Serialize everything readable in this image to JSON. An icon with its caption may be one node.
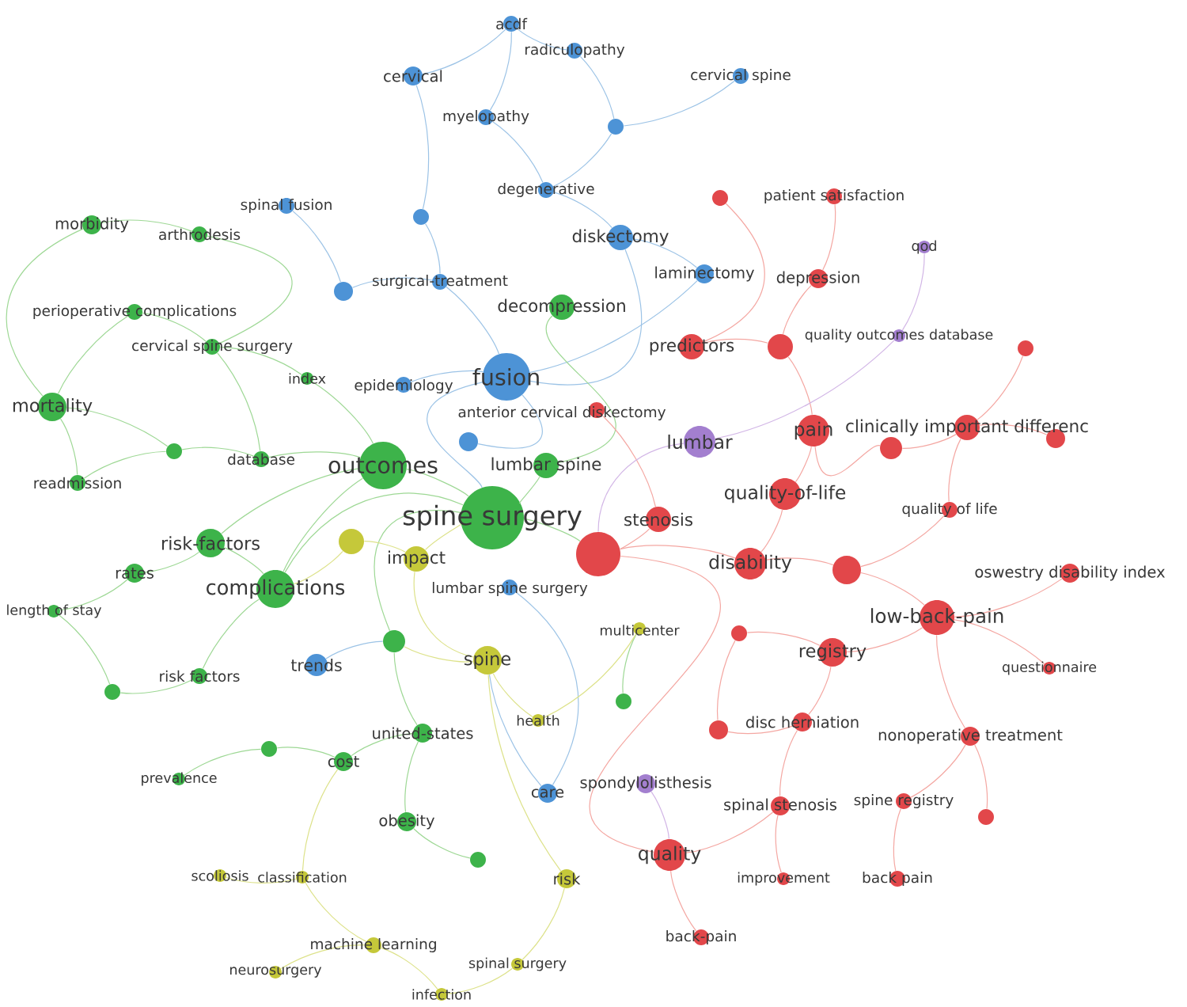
{
  "diagram": {
    "nodes": [
      {
        "text": [
          "acdf"
        ]
      },
      {
        "text": [
          "radiculopathy"
        ]
      },
      {
        "text": [
          "cervical"
        ]
      },
      {
        "text": [
          "cervical spine"
        ]
      },
      {
        "text": [
          "myelopathy"
        ]
      },
      {
        "text": [
          "degenerative"
        ]
      },
      {
        "text": [
          "diskectomy"
        ]
      },
      {
        "text": [
          "spinal fusion"
        ]
      },
      {
        "text": [
          "surgical-treatment"
        ]
      },
      {
        "text": [
          "laminectomy"
        ]
      },
      {
        "text": [
          "epidemiology"
        ]
      },
      {
        "text": [
          "fusion"
        ]
      },
      {
        "text": [
          "trends"
        ]
      },
      {
        "text": [
          "lumbar spine surgery"
        ]
      },
      {
        "text": [
          "care"
        ]
      },
      {
        "text": [],
        "shape": "circle"
      },
      {
        "text": [],
        "shape": "circle"
      },
      {
        "text": [],
        "shape": "circle"
      },
      {
        "text": [],
        "shape": "circle"
      },
      {
        "text": [
          "morbidity"
        ]
      },
      {
        "text": [
          "arthrodesis"
        ]
      },
      {
        "text": [
          "perioperative complications"
        ]
      },
      {
        "text": [
          "cervical spine surgery"
        ]
      },
      {
        "text": [
          "index"
        ]
      },
      {
        "text": [
          "decompression"
        ]
      },
      {
        "text": [
          "mortality"
        ]
      },
      {
        "text": [
          "database"
        ]
      },
      {
        "text": [
          "outcomes"
        ]
      },
      {
        "text": [
          "lumbar spine"
        ]
      },
      {
        "text": [
          "readmission"
        ]
      },
      {
        "text": [
          "spine surgery"
        ]
      },
      {
        "text": [
          "risk-factors"
        ]
      },
      {
        "text": [
          "rates"
        ]
      },
      {
        "text": [
          "complications"
        ]
      },
      {
        "text": [
          "length of stay"
        ]
      },
      {
        "text": [
          "risk factors"
        ]
      },
      {
        "text": [
          "united-states"
        ]
      },
      {
        "text": [
          "cost"
        ]
      },
      {
        "text": [
          "prevalence"
        ]
      },
      {
        "text": [
          "obesity"
        ]
      },
      {
        "text": [],
        "shape": "circle"
      },
      {
        "text": [],
        "shape": "circle"
      },
      {
        "text": [],
        "shape": "circle"
      },
      {
        "text": [],
        "shape": "circle"
      },
      {
        "text": [],
        "shape": "circle"
      },
      {
        "text": [],
        "shape": "circle"
      },
      {
        "text": [
          "impact"
        ]
      },
      {
        "text": [
          "spine"
        ]
      },
      {
        "text": [
          "health"
        ]
      },
      {
        "text": [
          "multicenter"
        ]
      },
      {
        "text": [
          "scoliosis"
        ]
      },
      {
        "text": [
          "classification"
        ]
      },
      {
        "text": [
          "risk"
        ]
      },
      {
        "text": [
          "machine learning"
        ]
      },
      {
        "text": [
          "neurosurgery"
        ]
      },
      {
        "text": [
          "spinal surgery"
        ]
      },
      {
        "text": [
          "infection"
        ]
      },
      {
        "text": [],
        "shape": "circle"
      },
      {
        "text": [
          "patient satisfaction"
        ]
      },
      {
        "text": [
          "depression"
        ]
      },
      {
        "text": [
          "predictors"
        ]
      },
      {
        "text": [
          "anterior cervical diskectomy"
        ]
      },
      {
        "text": [
          "pain"
        ]
      },
      {
        "text": [
          "clinically important differenc"
        ]
      },
      {
        "text": [
          "stenosis"
        ]
      },
      {
        "text": [
          "quality-of-life"
        ]
      },
      {
        "text": [
          "quality of life"
        ]
      },
      {
        "text": [
          "disability"
        ]
      },
      {
        "text": [
          "oswestry disability index"
        ]
      },
      {
        "text": [
          "low-back-pain"
        ]
      },
      {
        "text": [
          "registry"
        ]
      },
      {
        "text": [
          "questionnaire"
        ]
      },
      {
        "text": [
          "disc herniation"
        ]
      },
      {
        "text": [
          "nonoperative treatment"
        ]
      },
      {
        "text": [
          "spinal stenosis"
        ]
      },
      {
        "text": [
          "spine registry"
        ]
      },
      {
        "text": [
          "quality"
        ]
      },
      {
        "text": [
          "improvement"
        ]
      },
      {
        "text": [
          "back pain"
        ]
      },
      {
        "text": [
          "back-pain"
        ]
      },
      {
        "text": [],
        "shape": "circle"
      },
      {
        "text": [],
        "shape": "circle"
      },
      {
        "text": [],
        "shape": "circle"
      },
      {
        "text": [],
        "shape": "circle"
      },
      {
        "text": [],
        "shape": "circle"
      },
      {
        "text": [],
        "shape": "circle"
      },
      {
        "text": [],
        "shape": "circle"
      },
      {
        "text": [],
        "shape": "circle"
      },
      {
        "text": [],
        "shape": "circle"
      },
      {
        "text": [],
        "shape": "circle"
      },
      {
        "text": [
          "qod"
        ]
      },
      {
        "text": [
          "quality outcomes database"
        ]
      },
      {
        "text": [
          "lumbar"
        ]
      },
      {
        "text": [
          "spondylolisthesis"
        ]
      }
    ],
    "edges": [
      {
        "from": 0,
        "to": 2,
        "arrow": "none",
        "color": "#9cc3e6"
      },
      {
        "from": 0,
        "to": 4,
        "arrow": "none",
        "color": "#9cc3e6"
      },
      {
        "from": 1,
        "to": 0,
        "arrow": "none",
        "color": "#9cc3e6"
      },
      {
        "from": 1,
        "to": 15,
        "arrow": "none",
        "color": "#9cc3e6"
      },
      {
        "from": 3,
        "to": 15,
        "arrow": "none",
        "color": "#9cc3e6"
      },
      {
        "from": 15,
        "to": 5,
        "arrow": "none",
        "color": "#9cc3e6"
      },
      {
        "from": 4,
        "to": 5,
        "arrow": "none",
        "color": "#9cc3e6"
      },
      {
        "from": 2,
        "to": 16,
        "arrow": "none",
        "color": "#9cc3e6"
      },
      {
        "from": 16,
        "to": 8,
        "arrow": "none",
        "color": "#9cc3e6"
      },
      {
        "from": 7,
        "to": 17,
        "arrow": "none",
        "color": "#9cc3e6"
      },
      {
        "from": 17,
        "to": 8,
        "arrow": "none",
        "color": "#9cc3e6"
      },
      {
        "from": 5,
        "to": 6,
        "arrow": "none",
        "color": "#9cc3e6"
      },
      {
        "from": 6,
        "to": 9,
        "arrow": "none",
        "color": "#9cc3e6"
      },
      {
        "from": 8,
        "to": 11,
        "arrow": "none",
        "color": "#9cc3e6"
      },
      {
        "from": 10,
        "to": 11,
        "arrow": "none",
        "color": "#9cc3e6"
      },
      {
        "from": 6,
        "to": 11,
        "arrow": "none",
        "color": "#9cc3e6"
      },
      {
        "from": 9,
        "to": 11,
        "arrow": "none",
        "color": "#9cc3e6"
      },
      {
        "from": 18,
        "to": 11,
        "arrow": "none",
        "color": "#9cc3e6"
      },
      {
        "from": 13,
        "to": 14,
        "arrow": "none",
        "color": "#9cc3e6"
      },
      {
        "from": 12,
        "to": 41,
        "arrow": "none",
        "color": "#9cc3e6"
      },
      {
        "from": 14,
        "to": 47,
        "arrow": "none",
        "color": "#9cc3e6"
      },
      {
        "from": 19,
        "to": 25,
        "arrow": "none",
        "color": "#9ed895"
      },
      {
        "from": 19,
        "to": 20,
        "arrow": "none",
        "color": "#9ed895"
      },
      {
        "from": 20,
        "to": 22,
        "arrow": "none",
        "color": "#9ed895"
      },
      {
        "from": 21,
        "to": 22,
        "arrow": "none",
        "color": "#9ed895"
      },
      {
        "from": 21,
        "to": 25,
        "arrow": "none",
        "color": "#9ed895"
      },
      {
        "from": 22,
        "to": 23,
        "arrow": "none",
        "color": "#9ed895"
      },
      {
        "from": 23,
        "to": 27,
        "arrow": "none",
        "color": "#9ed895"
      },
      {
        "from": 22,
        "to": 26,
        "arrow": "none",
        "color": "#9ed895"
      },
      {
        "from": 26,
        "to": 27,
        "arrow": "none",
        "color": "#9ed895"
      },
      {
        "from": 40,
        "to": 26,
        "arrow": "none",
        "color": "#9ed895"
      },
      {
        "from": 29,
        "to": 40,
        "arrow": "none",
        "color": "#9ed895"
      },
      {
        "from": 25,
        "to": 40,
        "arrow": "none",
        "color": "#9ed895"
      },
      {
        "from": 25,
        "to": 29,
        "arrow": "none",
        "color": "#9ed895"
      },
      {
        "from": 27,
        "to": 30,
        "arrow": "none",
        "color": "#9ed895"
      },
      {
        "from": 28,
        "to": 30,
        "arrow": "none",
        "color": "#9ed895"
      },
      {
        "from": 24,
        "to": 28,
        "arrow": "none",
        "color": "#9ed895"
      },
      {
        "from": 31,
        "to": 33,
        "arrow": "none",
        "color": "#9ed895"
      },
      {
        "from": 31,
        "to": 32,
        "arrow": "none",
        "color": "#9ed895"
      },
      {
        "from": 32,
        "to": 34,
        "arrow": "none",
        "color": "#9ed895"
      },
      {
        "from": 34,
        "to": 42,
        "arrow": "none",
        "color": "#9ed895"
      },
      {
        "from": 35,
        "to": 42,
        "arrow": "none",
        "color": "#9ed895"
      },
      {
        "from": 35,
        "to": 33,
        "arrow": "none",
        "color": "#9ed895"
      },
      {
        "from": 33,
        "to": 30,
        "arrow": "none",
        "color": "#9ed895"
      },
      {
        "from": 33,
        "to": 27,
        "arrow": "none",
        "color": "#9ed895"
      },
      {
        "from": 31,
        "to": 27,
        "arrow": "none",
        "color": "#9ed895"
      },
      {
        "from": 41,
        "to": 30,
        "arrow": "none",
        "color": "#9ed895"
      },
      {
        "from": 36,
        "to": 41,
        "arrow": "none",
        "color": "#9ed895"
      },
      {
        "from": 37,
        "to": 36,
        "arrow": "none",
        "color": "#9ed895"
      },
      {
        "from": 43,
        "to": 37,
        "arrow": "none",
        "color": "#9ed895"
      },
      {
        "from": 38,
        "to": 43,
        "arrow": "none",
        "color": "#9ed895"
      },
      {
        "from": 39,
        "to": 36,
        "arrow": "none",
        "color": "#9ed895"
      },
      {
        "from": 44,
        "to": 39,
        "arrow": "none",
        "color": "#9ed895"
      },
      {
        "from": 45,
        "to": 49,
        "arrow": "none",
        "color": "#9ed895"
      },
      {
        "from": 46,
        "to": 30,
        "arrow": "none",
        "color": "#dde28a"
      },
      {
        "from": 57,
        "to": 46,
        "arrow": "none",
        "color": "#dde28a"
      },
      {
        "from": 57,
        "to": 33,
        "arrow": "none",
        "color": "#dde28a"
      },
      {
        "from": 47,
        "to": 46,
        "arrow": "none",
        "color": "#dde28a"
      },
      {
        "from": 48,
        "to": 47,
        "arrow": "none",
        "color": "#dde28a"
      },
      {
        "from": 49,
        "to": 48,
        "arrow": "none",
        "color": "#dde28a"
      },
      {
        "from": 52,
        "to": 47,
        "arrow": "none",
        "color": "#dde28a"
      },
      {
        "from": 52,
        "to": 55,
        "arrow": "none",
        "color": "#dde28a"
      },
      {
        "from": 55,
        "to": 56,
        "arrow": "none",
        "color": "#dde28a"
      },
      {
        "from": 53,
        "to": 56,
        "arrow": "none",
        "color": "#dde28a"
      },
      {
        "from": 53,
        "to": 51,
        "arrow": "none",
        "color": "#dde28a"
      },
      {
        "from": 51,
        "to": 50,
        "arrow": "none",
        "color": "#dde28a"
      },
      {
        "from": 54,
        "to": 53,
        "arrow": "none",
        "color": "#dde28a"
      },
      {
        "from": 51,
        "to": 37,
        "arrow": "none",
        "color": "#dde28a"
      },
      {
        "from": 58,
        "to": 59,
        "arrow": "none"
      },
      {
        "from": 80,
        "to": 60,
        "arrow": "none"
      },
      {
        "from": 59,
        "to": 81,
        "arrow": "none"
      },
      {
        "from": 60,
        "to": 81,
        "arrow": "none"
      },
      {
        "from": 81,
        "to": 62,
        "arrow": "none"
      },
      {
        "from": 82,
        "to": 63,
        "arrow": "none"
      },
      {
        "from": 63,
        "to": 84,
        "arrow": "none"
      },
      {
        "from": 63,
        "to": 83,
        "arrow": "none"
      },
      {
        "from": 83,
        "to": 62,
        "arrow": "none"
      },
      {
        "from": 62,
        "to": 65,
        "arrow": "none"
      },
      {
        "from": 66,
        "to": 63,
        "arrow": "none"
      },
      {
        "from": 65,
        "to": 67,
        "arrow": "none"
      },
      {
        "from": 64,
        "to": 85,
        "arrow": "none"
      },
      {
        "from": 61,
        "to": 64,
        "arrow": "none"
      },
      {
        "from": 85,
        "to": 67,
        "arrow": "none"
      },
      {
        "from": 67,
        "to": 86,
        "arrow": "none"
      },
      {
        "from": 86,
        "to": 69,
        "arrow": "none"
      },
      {
        "from": 68,
        "to": 69,
        "arrow": "none"
      },
      {
        "from": 66,
        "to": 86,
        "arrow": "none"
      },
      {
        "from": 69,
        "to": 71,
        "arrow": "none"
      },
      {
        "from": 69,
        "to": 70,
        "arrow": "none"
      },
      {
        "from": 87,
        "to": 70,
        "arrow": "none"
      },
      {
        "from": 70,
        "to": 72,
        "arrow": "none"
      },
      {
        "from": 72,
        "to": 88,
        "arrow": "none"
      },
      {
        "from": 73,
        "to": 69,
        "arrow": "none"
      },
      {
        "from": 73,
        "to": 89,
        "arrow": "none"
      },
      {
        "from": 73,
        "to": 75,
        "arrow": "none"
      },
      {
        "from": 74,
        "to": 72,
        "arrow": "none"
      },
      {
        "from": 74,
        "to": 76,
        "arrow": "none"
      },
      {
        "from": 77,
        "to": 74,
        "arrow": "none"
      },
      {
        "from": 78,
        "to": 75,
        "arrow": "none"
      },
      {
        "from": 79,
        "to": 76,
        "arrow": "none"
      },
      {
        "from": 88,
        "to": 87,
        "arrow": "none"
      },
      {
        "from": 76,
        "to": 85,
        "arrow": "none"
      },
      {
        "from": 90,
        "to": 91,
        "arrow": "none",
        "color": "#d2b6e6"
      },
      {
        "from": 91,
        "to": 92,
        "arrow": "none",
        "color": "#d2b6e6"
      },
      {
        "from": 93,
        "to": 76,
        "arrow": "none",
        "color": "#d2b6e6"
      },
      {
        "from": 92,
        "to": 85,
        "arrow": "none",
        "color": "#d2b6e6"
      },
      {
        "from": 11,
        "to": 30,
        "arrow": "none",
        "color": "#9cc3e6"
      },
      {
        "from": 47,
        "to": 41,
        "arrow": "none",
        "color": "#dde28a"
      },
      {
        "from": 30,
        "to": 85,
        "arrow": "none",
        "color": "#9ed895"
      }
    ]
  }
}
